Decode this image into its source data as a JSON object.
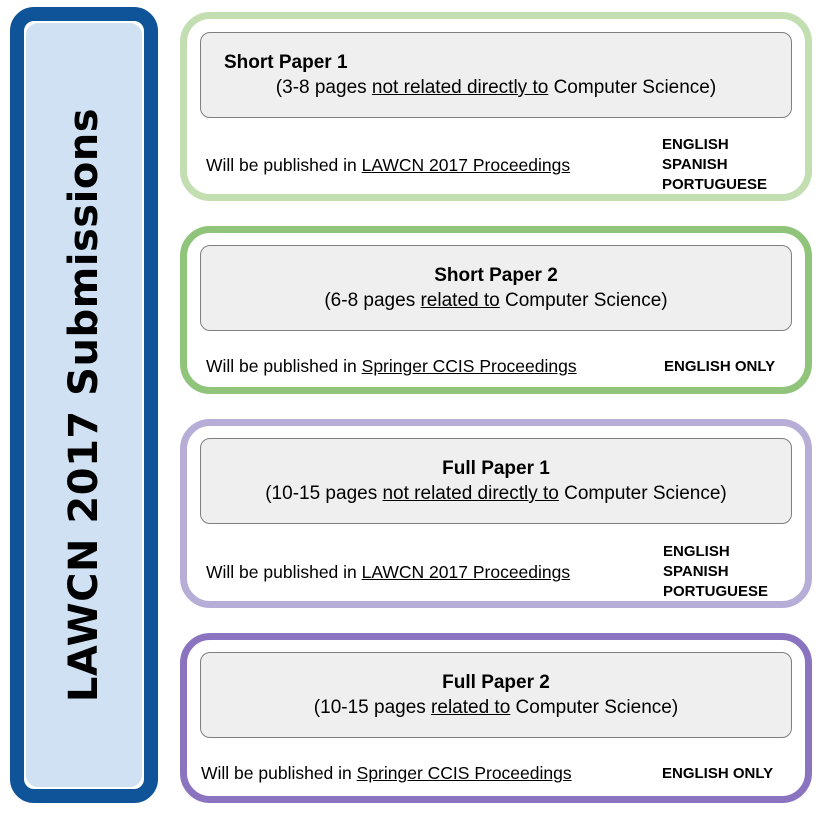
{
  "sidebar": {
    "title": "LAWCN 2017 Submissions",
    "border_color": "#0f5398",
    "fill_color": "#cfe1f3"
  },
  "cards": [
    {
      "title": "Short Paper 1",
      "sub_prefix": "(3-8 pages ",
      "sub_underlined": "not related directly to",
      "sub_suffix": " Computer Science)",
      "pub_prefix": "Will be published in ",
      "pub_underlined": "LAWCN 2017  Proceedings",
      "languages": [
        "ENGLISH",
        "SPANISH",
        "PORTUGUESE"
      ],
      "border_color": "#c3dfb2"
    },
    {
      "title": "Short Paper 2",
      "sub_prefix": "(6-8 pages ",
      "sub_underlined": "related to",
      "sub_suffix": " Computer Science)",
      "pub_prefix": "Will be published in ",
      "pub_underlined": "Springer CCIS Proceedings",
      "languages": [
        "ENGLISH ONLY"
      ],
      "border_color": "#8fc47a"
    },
    {
      "title": "Full Paper 1",
      "sub_prefix": "(10-15 pages ",
      "sub_underlined": "not related directly to",
      "sub_suffix": " Computer Science)",
      "pub_prefix": "Will be published in ",
      "pub_underlined": "LAWCN 2017  Proceedings",
      "languages": [
        "ENGLISH",
        "SPANISH",
        "PORTUGUESE"
      ],
      "border_color": "#b7aed8"
    },
    {
      "title": "Full Paper 2",
      "sub_prefix": "(10-15 pages ",
      "sub_underlined": "related to",
      "sub_suffix": " Computer Science)",
      "pub_prefix": "Will be published in ",
      "pub_underlined": "Springer CCIS Proceedings",
      "languages": [
        "ENGLISH ONLY"
      ],
      "border_color": "#8a74bf"
    }
  ]
}
